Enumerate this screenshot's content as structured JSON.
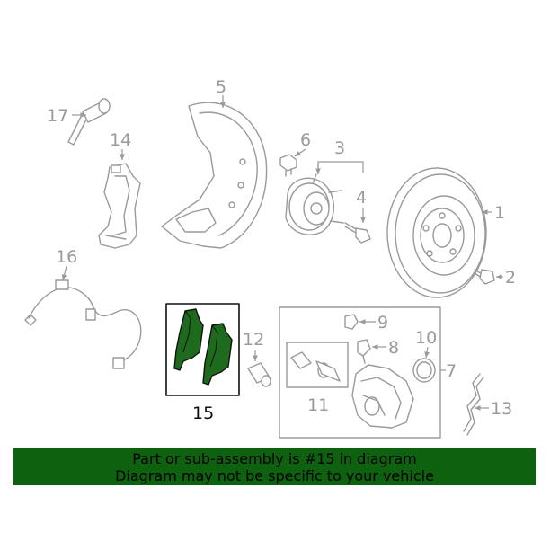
{
  "diagram": {
    "callouts": {
      "c1": "1",
      "c2": "2",
      "c3": "3",
      "c4": "4",
      "c5": "5",
      "c6": "6",
      "c7": "7",
      "c8": "8",
      "c9": "9",
      "c10": "10",
      "c11": "11",
      "c12": "12",
      "c13": "13",
      "c14": "14",
      "c15": "15",
      "c16": "16",
      "c17": "17"
    },
    "highlight_color": "#1e6b1e",
    "line_color": "#9a9a9a"
  },
  "banner": {
    "line1": "Part or sub-assembly is #15 in diagram",
    "line2": "Diagram may not be specific to your vehicle",
    "background": "#0e610e"
  }
}
